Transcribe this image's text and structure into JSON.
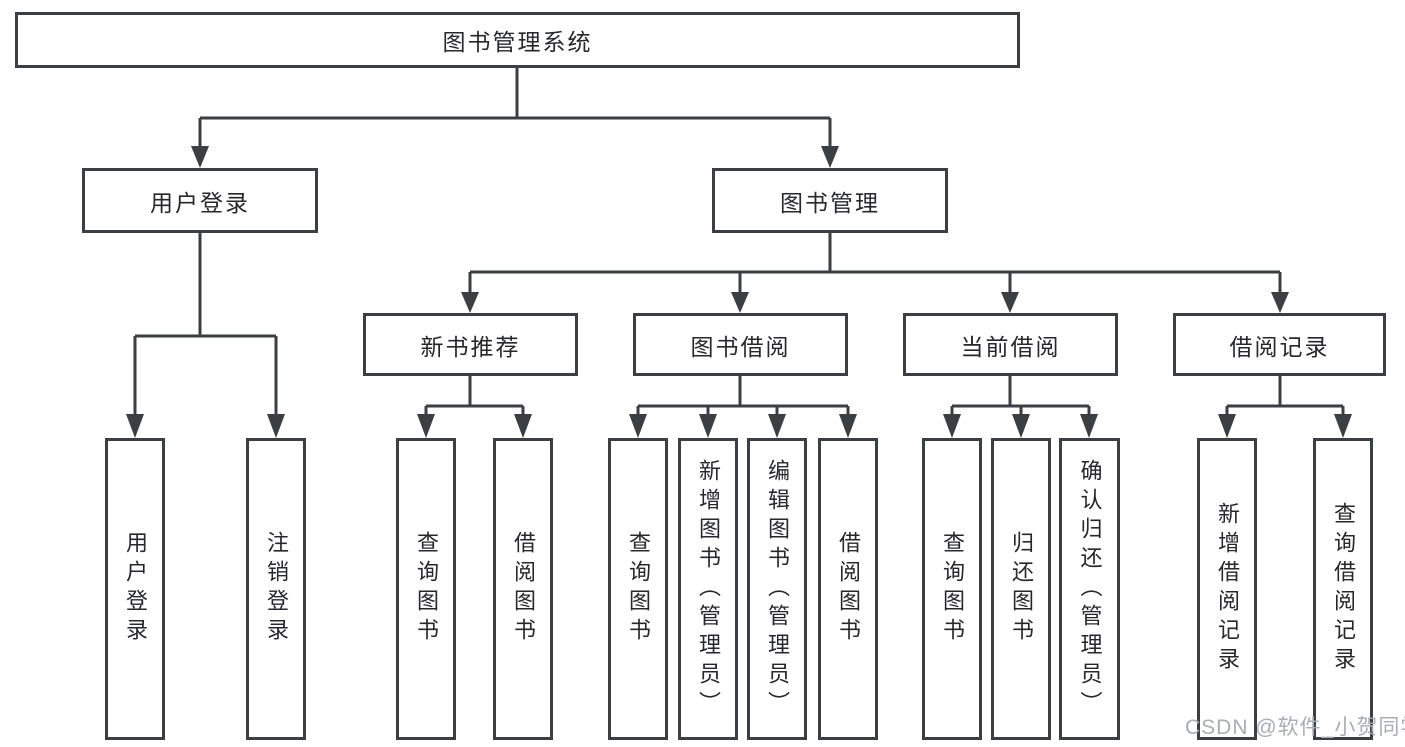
{
  "diagram": {
    "type": "hierarchy-tree",
    "title": "图书管理系统",
    "watermark": "CSDN @软件_小贺同学",
    "colors": {
      "line": "#3b3e43",
      "box_border": "#3b3e43",
      "text": "#26282c",
      "background": "#ffffff",
      "watermark": "#a9aeb4"
    },
    "nodes": {
      "root": {
        "label": "图书管理系统"
      },
      "login": {
        "label": "用户登录",
        "parent": "图书管理系统"
      },
      "mgmt": {
        "label": "图书管理",
        "parent": "图书管理系统"
      },
      "recommend": {
        "label": "新书推荐",
        "parent": "图书管理"
      },
      "borrow": {
        "label": "图书借阅",
        "parent": "图书管理"
      },
      "current": {
        "label": "当前借阅",
        "parent": "图书管理"
      },
      "records": {
        "label": "借阅记录",
        "parent": "图书管理"
      },
      "leaf_login_user": {
        "label": "用户登录",
        "parent": "用户登录"
      },
      "leaf_login_logout": {
        "label": "注销登录",
        "parent": "用户登录"
      },
      "leaf_rec_query": {
        "label": "查询图书",
        "parent": "新书推荐"
      },
      "leaf_rec_borrow": {
        "label": "借阅图书",
        "parent": "新书推荐"
      },
      "leaf_bor_query": {
        "label": "查询图书",
        "parent": "图书借阅"
      },
      "leaf_bor_add": {
        "label": "新增图书（管理员）",
        "parent": "图书借阅"
      },
      "leaf_bor_edit": {
        "label": "编辑图书（管理员）",
        "parent": "图书借阅"
      },
      "leaf_bor_borrow": {
        "label": "借阅图书",
        "parent": "图书借阅"
      },
      "leaf_cur_query": {
        "label": "查询图书",
        "parent": "当前借阅"
      },
      "leaf_cur_return": {
        "label": "归还图书",
        "parent": "当前借阅"
      },
      "leaf_cur_confirm": {
        "label": "确认归还（管理员）",
        "parent": "当前借阅"
      },
      "leaf_rcd_add": {
        "label": "新增借阅记录",
        "parent": "借阅记录"
      },
      "leaf_rcd_query": {
        "label": "查询借阅记录",
        "parent": "借阅记录"
      }
    }
  }
}
